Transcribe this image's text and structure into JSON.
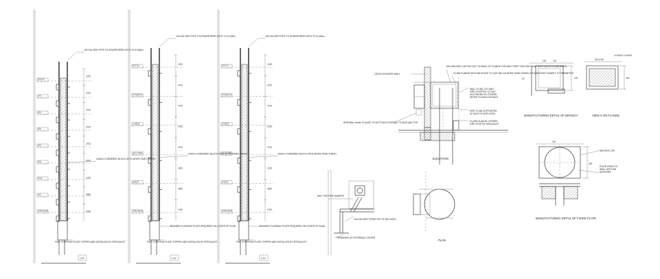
{
  "sections": [
    {
      "id": "elev-1",
      "top_note": "100 DIA VENT PIPE TO ATMOSPHERE WITH TO IN WALL",
      "levels": [
        "ROOF",
        "7th",
        "6th",
        "5th",
        "4th",
        "3rd",
        "2nd",
        "1st",
        "GROUND"
      ],
      "dims": [
        "1200",
        "2700",
        "2700",
        "2700",
        "2700",
        "2700",
        "1200",
        "2850",
        "1400"
      ],
      "wall_note": "100mm CORNERED BLOCK WITH WHITE PAINT FINISH",
      "base_note": "FIRE STOPPING PLATE TOPPED AND INSTALLED BY SPECIALIST"
    },
    {
      "id": "elev-2",
      "top_note": "100 DIA VENT PIPE TO ATMOSPHERE WITH TO IN WALL",
      "levels": [
        "FIFTH",
        "FOURTH",
        "THIRD",
        "SECOND",
        "FIRST",
        "GROUND"
      ],
      "dims": [
        "1200",
        "2700",
        "2700",
        "2700",
        "2700",
        "1200",
        "2850",
        "1400"
      ],
      "wall_note": "100mm CORNERED BLOCK WITH WHITE PAINT FINISH",
      "mid_note": "BRAIDED FLASHING PLATE REQUIRED ON COVER OF SLAB",
      "base_note": "FIRE STOPPING PLATE TOPPED AND INSTALLED BY SPECIALIST"
    },
    {
      "id": "elev-3",
      "top_note": "100 DIA VENT PIPE TO ATMOSPHERE WITH TO IN WALL",
      "levels": [
        "FIFTH",
        "FOURTH",
        "THIRD",
        "SECOND",
        "FIRST",
        "GROUND"
      ],
      "dims": [
        "1200",
        "2700",
        "2700",
        "2700",
        "2700",
        "1200",
        "2850",
        "1400"
      ],
      "wall_note": "100mm CORNERED BLOCK WITH WHITE PAINT FINISH",
      "mid_note": "BRAIDED FLASHING PLATE REQUIRED ON COVER OF SLAB",
      "base_note": "FIRE STOPPING PLATE TOPPED AND INSTALLED BY SPECIALIST"
    }
  ],
  "elevation_detail": {
    "note_top": "M10 WELDED CAPTIVE NUT TO BACK OF FLANGE FOR ANTI THEFT SECURITY NUT WITH LOCKTITE ADHESIVE",
    "note_wall": "100 BLOCKWORK WALL",
    "note_holes": "10 MM FLANGE WITH M8 HOLES TO SUIT M8 COUNTER SUNK DOWEL INTUMESCENT GASKET TO PERIMETER",
    "note_left": "INTERNAL 50mm FLANGE TO BOTTOM EXTERNAL TO SIDE AND TOP",
    "caption": "ELEVATION"
  },
  "damper_detail": {
    "note_damper": "MID TYPE FIRE DAMPER",
    "note_vent": "100 DIA VENT FROM TOP OF RM UNITS",
    "note_louvre": "TERMINATE AT EXTERNAL LOUVER"
  },
  "plan": {
    "caption": "PLAN"
  },
  "branch_detail": {
    "caption": "MANUFACTURING DETAIL OF BRANCH"
  },
  "flange_view": {
    "caption": "VIEW X ON FLANGE"
  },
  "fixing_detail": {
    "caption": "MANUFACTURING DETAIL OF FIXING PLATE"
  },
  "floor_label": "CAP"
}
